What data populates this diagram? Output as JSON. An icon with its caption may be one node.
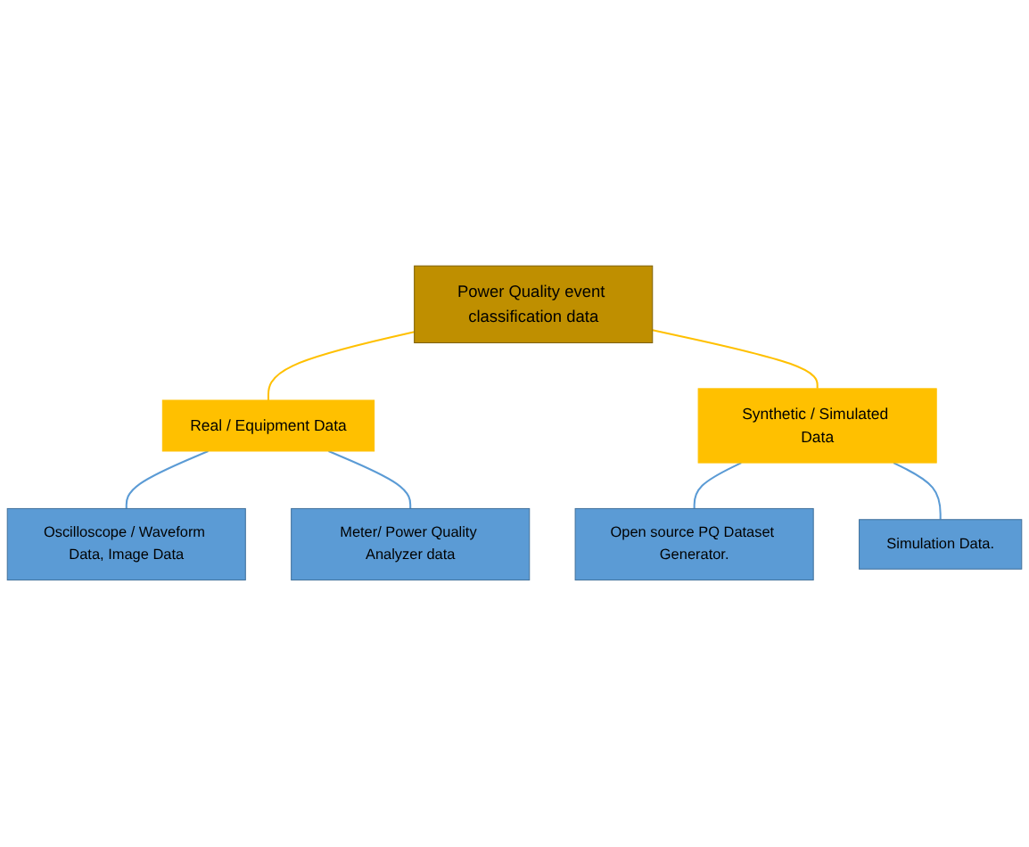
{
  "diagram": {
    "nodes": [
      {
        "text": [
          "Power Quality event classification data"
        ]
      },
      {
        "text": [
          "Real / Equipment Data"
        ]
      },
      {
        "text": [
          "Synthetic / Simulated Data"
        ]
      },
      {
        "text": [
          "Oscilloscope / Waveform Data, Image Data"
        ]
      },
      {
        "text": [
          "Meter/ Power Quality Analyzer data"
        ]
      },
      {
        "text": [
          "Open source PQ Dataset Generator."
        ]
      },
      {
        "text": [
          "Simulation Data."
        ]
      }
    ],
    "edges": [
      {
        "from": 0,
        "to": 1,
        "arrow": "none",
        "color": "#ffc000"
      },
      {
        "from": 0,
        "to": 2,
        "arrow": "none",
        "color": "#ffc000"
      },
      {
        "from": 1,
        "to": 3,
        "arrow": "none"
      },
      {
        "from": 1,
        "to": 4,
        "arrow": "none"
      },
      {
        "from": 2,
        "to": 5,
        "arrow": "none"
      },
      {
        "from": 2,
        "to": 6,
        "arrow": "none"
      }
    ]
  }
}
